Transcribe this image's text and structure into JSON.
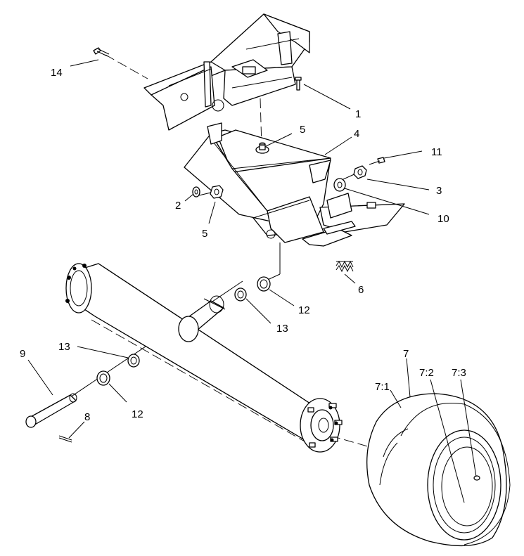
{
  "callouts": {
    "c1": "1",
    "c2": "2",
    "c3": "3",
    "c4": "4",
    "c5a": "5",
    "c5b": "5",
    "c6": "6",
    "c7": "7",
    "c7_1": "7:1",
    "c7_2": "7:2",
    "c7_3": "7:3",
    "c8": "8",
    "c9": "9",
    "c10": "10",
    "c11": "11",
    "c12a": "12",
    "c12b": "12",
    "c13a": "13",
    "c13b": "13",
    "c14": "14"
  },
  "colors": {
    "line": "#000000",
    "background": "#ffffff"
  }
}
